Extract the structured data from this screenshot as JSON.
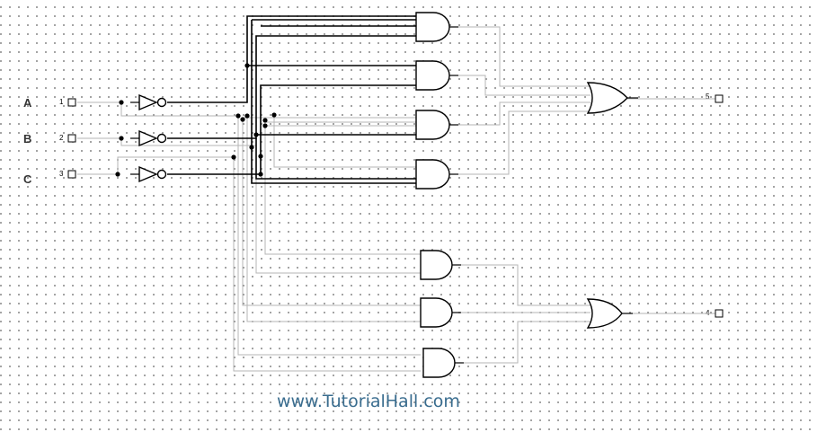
{
  "inputs": [
    {
      "label": "A",
      "pin": "1"
    },
    {
      "label": "B",
      "pin": "2"
    },
    {
      "label": "C",
      "pin": "3"
    }
  ],
  "outputs": [
    {
      "pin": "5"
    },
    {
      "pin": "4"
    }
  ],
  "watermark": "www.TutorialHall.com",
  "colors": {
    "wire_active": "#000000",
    "wire_inactive": "#b5b5b5",
    "watermark": "#3a6d8f",
    "grid_dots": "#8a8a8a"
  }
}
